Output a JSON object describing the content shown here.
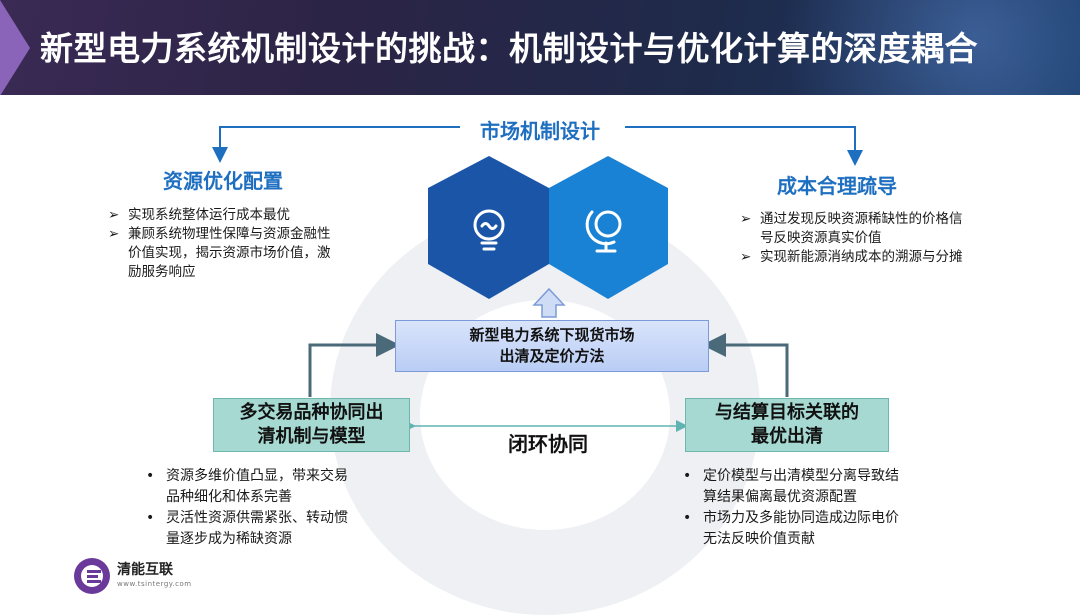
{
  "title": "新型电力系统机制设计的挑战：机制设计与优化计算的深度耦合",
  "top_label": "市场机制设计",
  "left_heading": "资源优化配置",
  "left_bullets": [
    {
      "line1": "实现系统整体运行成本最优"
    },
    {
      "line1": "兼顾系统物理性保障与资源金融性",
      "line2": "价值实现，揭示资源市场价值，激",
      "line3": "励服务响应"
    }
  ],
  "right_heading": "成本合理疏导",
  "right_bullets": [
    {
      "line1": "通过发现反映资源稀缺性的价格信",
      "line2": "号反映资源真实价值"
    },
    {
      "line1": "实现新能源消纳成本的溯源与分摊"
    }
  ],
  "center_box": {
    "line1": "新型电力系统下现货市场",
    "line2": "出清及定价方法"
  },
  "left_box": {
    "line1": "多交易品种协同出",
    "line2": "清机制与模型"
  },
  "right_box": {
    "line1": "与结算目标关联的",
    "line2": "最优出清"
  },
  "loop_label": "闭环协同",
  "bottom_left_bullets": [
    {
      "line1": "资源多维价值凸显，带来交易",
      "line2": "品种细化和体系完善"
    },
    {
      "line1": "灵活性资源供需紧张、转动惯",
      "line2": "量逐步成为稀缺资源"
    }
  ],
  "bottom_right_bullets": [
    {
      "line1": "定价模型与出清模型分离导致结",
      "line2": "算结果偏离最优资源配置"
    },
    {
      "line1": "市场力及多能协同造成边际电价",
      "line2": "无法反映价值贡献"
    }
  ],
  "bullet_markers": {
    "arrow": "➢",
    "dot": "•"
  },
  "logo": {
    "name": "清能互联",
    "url": "www.tsintergy.com"
  },
  "colors": {
    "accent_blue": "#1f6fc1",
    "hex_dark": "#1a55a8",
    "hex_light": "#1a82d4",
    "teal": "#a7d9d3"
  },
  "icons": [
    "lightbulb-icon",
    "globe-icon",
    "up-arrow-icon",
    "tsintergy-logo-icon"
  ]
}
